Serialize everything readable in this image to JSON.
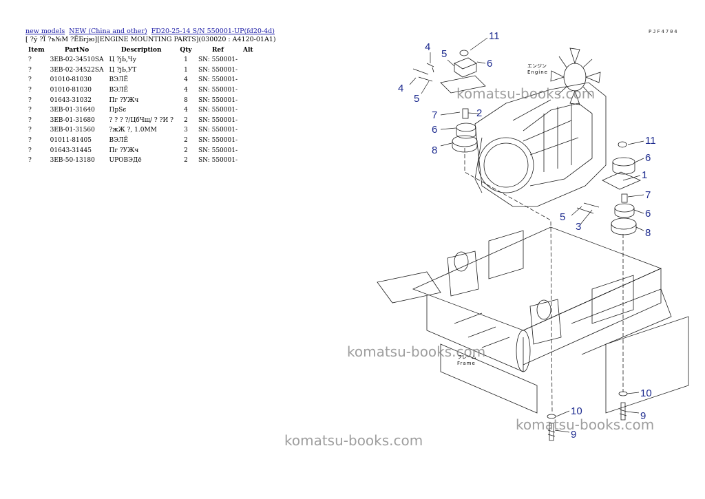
{
  "breadcrumb": {
    "links": [
      "new models",
      "NEW (China and other)",
      "FD20-25-14 S/N 550001-UP(fd20-4d)"
    ]
  },
  "subtitle": "[ ?ў ?Ї ?ъ№М ?ЁБгјю][ENGINE MOUNTING PARTS](030020 : A4120-01A1)",
  "table": {
    "headers": [
      "Item",
      "PartNo",
      "Description",
      "Qty",
      "Ref",
      "Alt"
    ],
    "rows": [
      {
        "item": "?",
        "part": "3EB-02-34510SA",
        "desc": "Ц ?jЬ,Чу",
        "qty": "1",
        "ref": "SN: 550001-",
        "alt": ""
      },
      {
        "item": "?",
        "part": "3EB-02-34522SA",
        "desc": "Ц ?jЬ,УТ",
        "qty": "1",
        "ref": "SN: 550001-",
        "alt": ""
      },
      {
        "item": "?",
        "part": "01010-81030",
        "desc": "ВЭЛЁ",
        "qty": "4",
        "ref": "SN: 550001-",
        "alt": ""
      },
      {
        "item": "?",
        "part": "01010-81030",
        "desc": "ВЭЛЁ",
        "qty": "4",
        "ref": "SN: 550001-",
        "alt": ""
      },
      {
        "item": "?",
        "part": "01643-31032",
        "desc": "Пг ?УЖч",
        "qty": "8",
        "ref": "SN: 550001-",
        "alt": ""
      },
      {
        "item": "?",
        "part": "3EB-01-31640",
        "desc": "ПрSє",
        "qty": "4",
        "ref": "SN: 550001-",
        "alt": ""
      },
      {
        "item": "?",
        "part": "3EB-01-31680",
        "desc": "? ? ? ?/ЦбЧщ/ ? ?И ?",
        "qty": "2",
        "ref": "SN: 550001-",
        "alt": ""
      },
      {
        "item": "?",
        "part": "3EB-01-31560",
        "desc": "?жЖ ?, 1.0MM",
        "qty": "3",
        "ref": "SN: 550001-",
        "alt": ""
      },
      {
        "item": "?",
        "part": "01011-81405",
        "desc": "ВЭЛЁ",
        "qty": "2",
        "ref": "SN: 550001-",
        "alt": ""
      },
      {
        "item": "?",
        "part": "01643-31445",
        "desc": "Пг ?УЖч",
        "qty": "2",
        "ref": "SN: 550001-",
        "alt": ""
      },
      {
        "item": "?",
        "part": "3EB-50-13180",
        "desc": "UPОВЭДё",
        "qty": "2",
        "ref": "SN: 550001-",
        "alt": ""
      }
    ]
  },
  "diagram": {
    "drawing_id": "PJF4704",
    "engine_label_jp": "エンジン",
    "engine_label": "Engine",
    "frame_label_jp": "フレーム",
    "frame_label": "Frame",
    "callout_color": "#1c2a8e",
    "callouts": {
      "c11a": "11",
      "c4a": "4",
      "c5a": "5",
      "c6a": "6",
      "c4b": "4",
      "c5b": "5",
      "c7a": "7",
      "c2": "2",
      "c6b": "6",
      "c8a": "8",
      "c11b": "11",
      "c6c": "6",
      "c1": "1",
      "c7b": "7",
      "c5c": "5",
      "c3": "3",
      "c6d": "6",
      "c8b": "8",
      "c10a": "10",
      "c9a": "9",
      "c10b": "10",
      "c9b": "9"
    }
  },
  "watermarks": [
    "komatsu-books.com",
    "komatsu-books.com",
    "komatsu-books.com",
    "komatsu-books.com"
  ]
}
